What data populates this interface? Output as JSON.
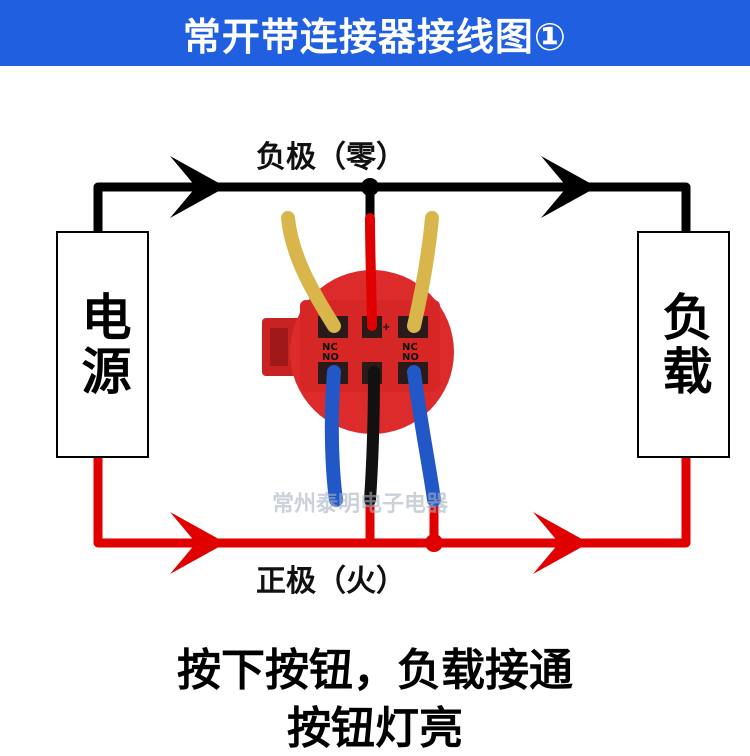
{
  "title": "常开带连接器接线图①",
  "power_box": "电源",
  "load_box": "负载",
  "neg_label": "负极（零）",
  "pos_label": "正极（火）",
  "caption_line1": "按下按钮，负载接通",
  "caption_line2": "按钮灯亮",
  "watermark": "常州泰明电子电器",
  "terminals": {
    "plus": "+",
    "nc_left": "NC",
    "no_left": "NO",
    "nc_right": "NC",
    "no_right": "NO"
  },
  "colors": {
    "banner": "#1f5fe0",
    "neg_wire": "#000000",
    "pos_wire": "#e00000",
    "switch_body": "#dd2b2b",
    "yellow_wire": "#d8b64c",
    "blue_wire": "#2257c8"
  }
}
